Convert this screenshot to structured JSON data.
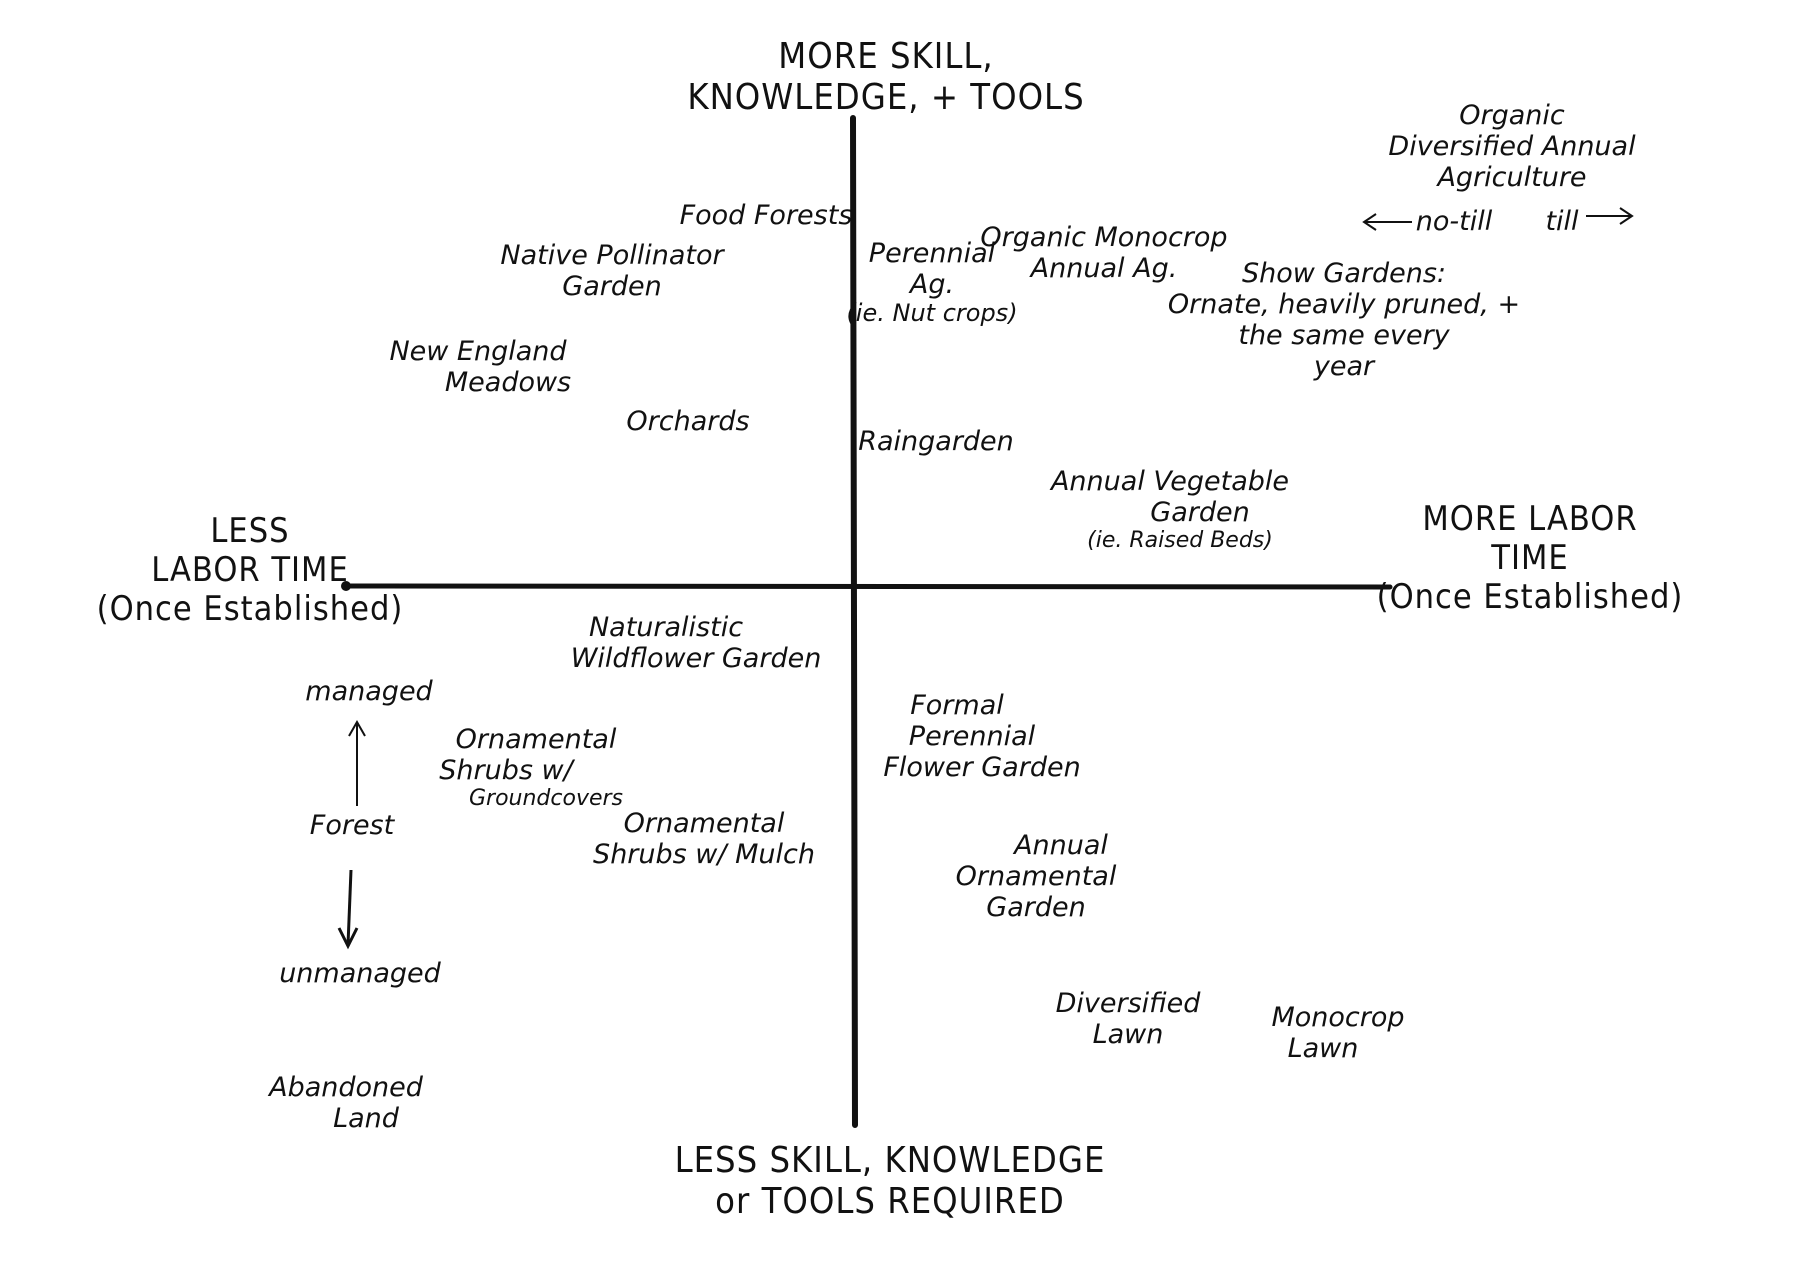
{
  "axes": {
    "top": [
      "MORE SKILL,",
      "KNOWLEDGE, + TOOLS"
    ],
    "bottom": [
      "LESS SKILL, KNOWLEDGE",
      "or TOOLS REQUIRED"
    ],
    "left": [
      "LESS",
      "LABOR TIME",
      "(Once Established)"
    ],
    "right": [
      "MORE LABOR",
      "TIME",
      "(Once Established)"
    ]
  },
  "items": {
    "food_forests": [
      "Food Forests"
    ],
    "native_pollinator": [
      "Native Pollinator",
      "Garden"
    ],
    "new_england": [
      "New England",
      "Meadows"
    ],
    "orchards": [
      "Orchards"
    ],
    "perennial_ag": [
      "Perennial",
      "Ag.",
      "(ie. Nut crops)"
    ],
    "organic_monocrop": [
      "Organic Monocrop",
      "Annual Ag."
    ],
    "organic_diversified": [
      "Organic",
      "Diversified Annual",
      "Agriculture"
    ],
    "no_till": "no-till",
    "till": "till",
    "show_gardens": [
      "Show Gardens:",
      "Ornate, heavily pruned, +",
      "the same every",
      "year"
    ],
    "raingarden": [
      "Raingarden"
    ],
    "annual_veg": [
      "Annual Vegetable",
      "Garden"
    ],
    "annual_veg_note": "(ie. Raised Beds)",
    "naturalistic": [
      "Naturalistic",
      "Wildflower Garden"
    ],
    "managed": "managed",
    "forest": "Forest",
    "unmanaged": "unmanaged",
    "abandoned": [
      "Abandoned",
      "Land"
    ],
    "orn_shrubs_ground": [
      "Ornamental",
      "Shrubs w/"
    ],
    "groundcovers": "Groundcovers",
    "orn_shrubs_mulch": [
      "Ornamental",
      "Shrubs w/ Mulch"
    ],
    "formal_perennial": [
      "Formal",
      "Perennial",
      "Flower Garden"
    ],
    "annual_ornamental": [
      "Annual",
      "Ornamental",
      "Garden"
    ],
    "diversified_lawn": [
      "Diversified",
      "Lawn"
    ],
    "monocrop_lawn": [
      "Monocrop",
      "Lawn"
    ]
  }
}
